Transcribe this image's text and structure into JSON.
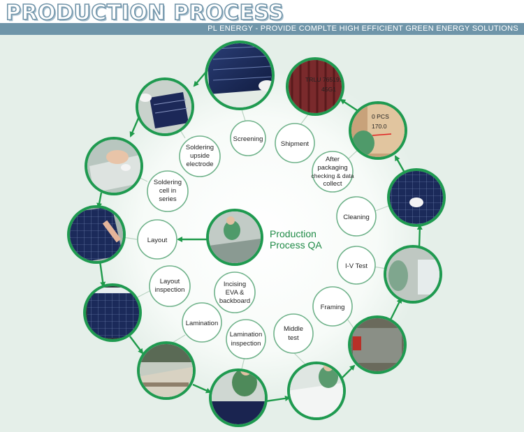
{
  "header": {
    "title": "PRODUCTION PROCESS",
    "tagline": "PL ENERGY - PROVIDE COMPLTE HIGH EFFICIENT GREEN ENERGY SOLUTIONS"
  },
  "center": {
    "line1": "Production",
    "line2": "Process QA"
  },
  "steps": {
    "screening": "Screening",
    "soldering_upside_1": "Soldering",
    "soldering_upside_2": "upside",
    "soldering_upside_3": "electrode",
    "soldering_series_1": "Soldering",
    "soldering_series_2": "cell in",
    "soldering_series_3": "series",
    "layout": "Layout",
    "layout_inspection_1": "Layout",
    "layout_inspection_2": "inspection",
    "lamination": "Lamination",
    "lamination_inspection_1": "Lamination",
    "lamination_inspection_2": "inspection",
    "middle_test_1": "Middle",
    "middle_test_2": "test",
    "framing": "Framing",
    "iv_test": "I-V Test",
    "cleaning": "Cleaning",
    "after_packaging_1": "After",
    "after_packaging_2": "packaging",
    "after_packaging_3": "checking & data",
    "after_packaging_4": "collect",
    "shipment": "Shipment",
    "incising_1": "Incising",
    "incising_2": "EVA &",
    "incising_3": "backboard"
  },
  "photo_text": {
    "crate_1": "TRLU 765191",
    "crate_2": "45G1",
    "box_1": "0 PCS",
    "box_2": "170.0"
  },
  "colors": {
    "arrow": "#1e9a4a",
    "node_border": "#6fb28a",
    "photo_ring": "#1f9a50",
    "banner": "#6f95a9",
    "panel": "#e5efe9"
  }
}
